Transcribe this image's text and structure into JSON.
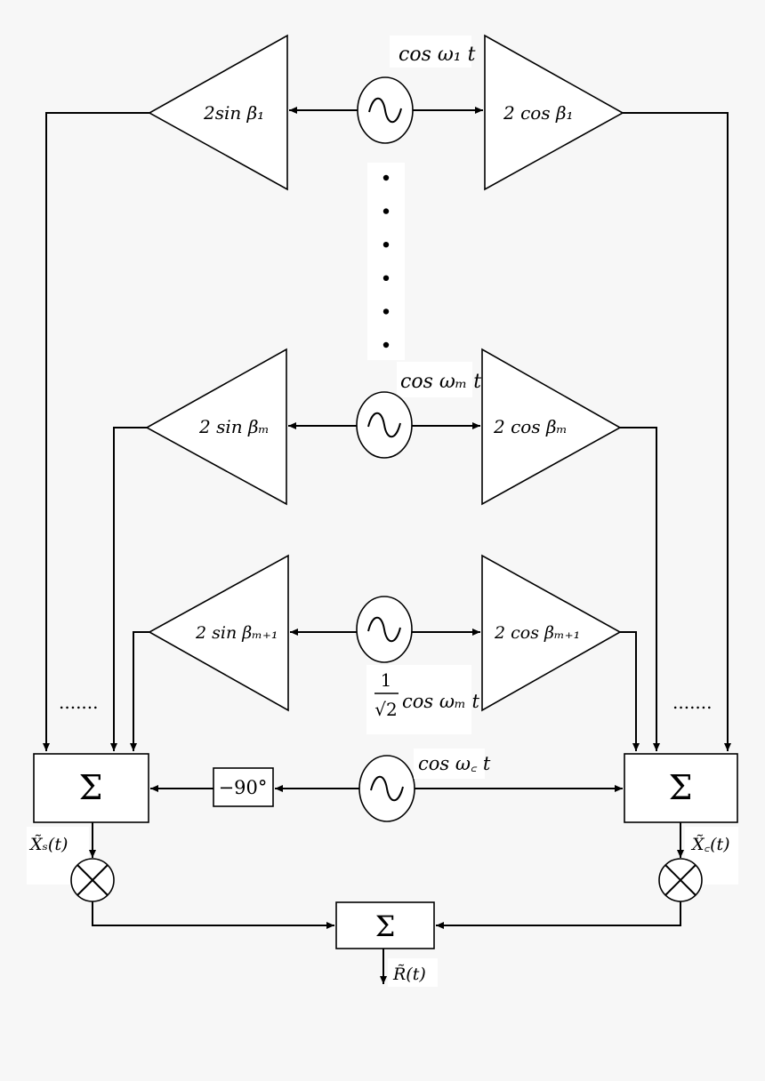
{
  "branches": [
    {
      "osc_label": "cos ω₁ t",
      "sin_gain": "2sin β₁",
      "cos_gain": "2 cos β₁"
    },
    {
      "osc_label": "cos ωₘ t",
      "sin_gain": "2 sin βₘ",
      "cos_gain": "2 cos βₘ"
    },
    {
      "osc_label_frac_num": "1",
      "osc_label_frac_den": "√2",
      "osc_label_rest": "cos ωₘ t",
      "sin_gain": "2 sin βₘ₊₁",
      "cos_gain": "2 cos βₘ₊₁"
    }
  ],
  "ellipsis_dots": 6,
  "continuation_left": ".......",
  "continuation_right": ".......",
  "carrier": {
    "osc_label": "cos ω꜀ t",
    "phase_shift": "−90°"
  },
  "summers": {
    "left": "Σ",
    "right": "Σ",
    "output": "Σ"
  },
  "signals": {
    "left_out": "X̃ₛ(t)",
    "right_out": "X̃꜀(t)",
    "final_out": "R̃(t)"
  }
}
